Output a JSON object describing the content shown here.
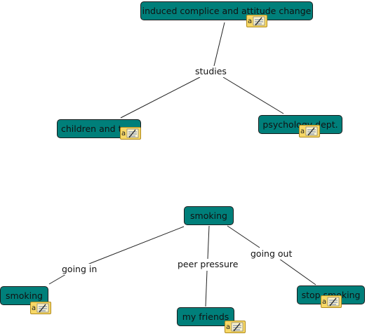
{
  "concepts": {
    "induced": "induced complice and attitude change",
    "children": "children and toys",
    "psychology": "psychology dept.",
    "smoking_top": "smoking",
    "smoking_left": "smoking",
    "my_friends": "my friends",
    "stop_smoking": "stop smoking"
  },
  "links": {
    "studies": "studies",
    "going_in": "going in",
    "peer_pressure": "peer pressure",
    "going_out": "going out"
  },
  "colors": {
    "node_fill": "#007f7a",
    "node_border": "#1a1a1a",
    "note_fill": "#f7d866",
    "note_border": "#b08a1e"
  },
  "icons": {
    "annotation": "annotation-note-icon"
  }
}
